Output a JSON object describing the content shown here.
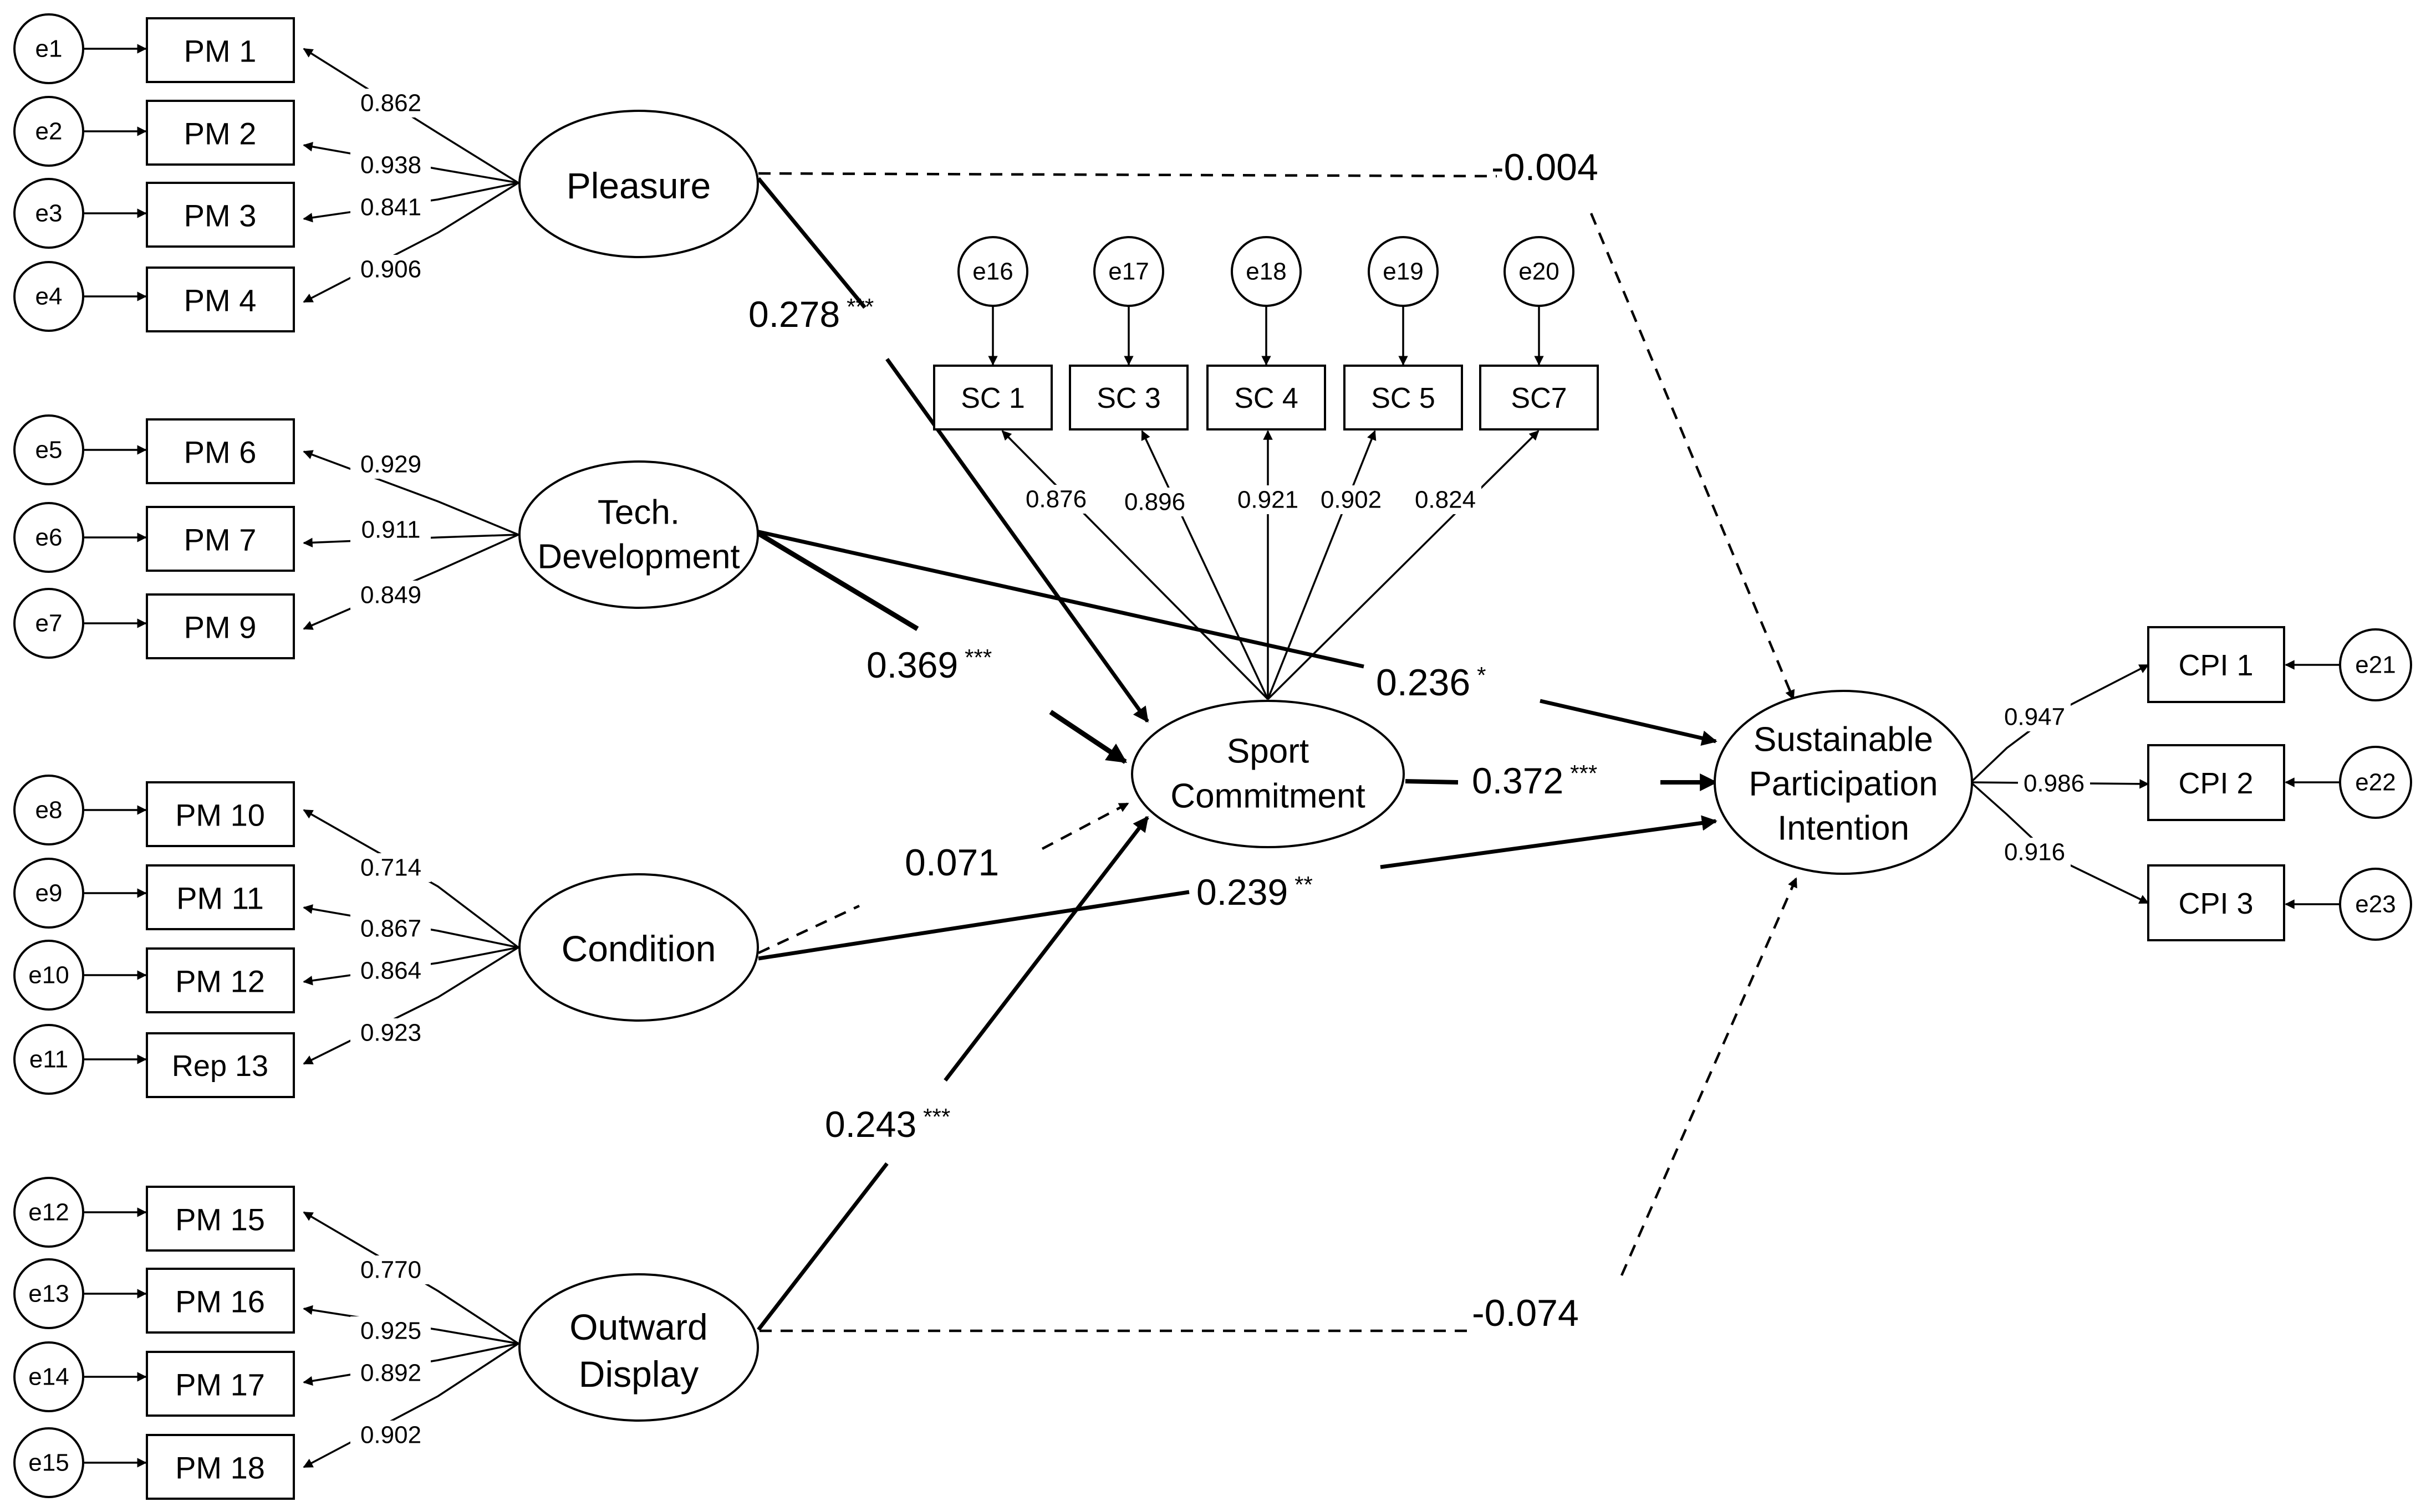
{
  "latent": {
    "pleasure": "Pleasure",
    "tech_line1": "Tech.",
    "tech_line2": "Development",
    "condition": "Condition",
    "outward_line1": "Outward",
    "outward_line2": "Display",
    "sport_line1": "Sport",
    "sport_line2": "Commitment",
    "spi_line1": "Sustainable",
    "spi_line2": "Participation",
    "spi_line3": "Intention"
  },
  "pleasure_group": {
    "errors": [
      "e1",
      "e2",
      "e3",
      "e4"
    ],
    "indicators": [
      "PM 1",
      "PM 2",
      "PM 3",
      "PM 4"
    ],
    "loadings": [
      "0.862",
      "0.938",
      "0.841",
      "0.906"
    ]
  },
  "tech_group": {
    "errors": [
      "e5",
      "e6",
      "e7"
    ],
    "indicators": [
      "PM 6",
      "PM 7",
      "PM 9"
    ],
    "loadings": [
      "0.929",
      "0.911",
      "0.849"
    ]
  },
  "condition_group": {
    "errors": [
      "e8",
      "e9",
      "e10",
      "e11"
    ],
    "indicators": [
      "PM  10",
      "PM 11",
      "PM 12",
      "Rep 13"
    ],
    "loadings": [
      "0.714",
      "0.867",
      "0.864",
      "0.923"
    ]
  },
  "outward_group": {
    "errors": [
      "e12",
      "e13",
      "e14",
      "e15"
    ],
    "indicators": [
      "PM 15",
      "PM 16",
      "PM 17",
      "PM 18"
    ],
    "loadings": [
      "0.770",
      "0.925",
      "0.892",
      "0.902"
    ]
  },
  "sc_group": {
    "errors": [
      "e16",
      "e17",
      "e18",
      "e19",
      "e20"
    ],
    "indicators": [
      "SC 1",
      "SC 3",
      "SC 4",
      "SC 5",
      "SC7"
    ],
    "loadings": [
      "0.876",
      "0.896",
      "0.921",
      "0.902",
      "0.824"
    ]
  },
  "cpi_group": {
    "errors": [
      "e21",
      "e22",
      "e23"
    ],
    "indicators": [
      "CPI 1",
      "CPI 2",
      "CPI 3"
    ],
    "loadings": [
      "0.947",
      "0.986",
      "0.916"
    ]
  },
  "paths": {
    "pleasure_spi": {
      "value": "-0.004",
      "sig": ""
    },
    "pleasure_sc": {
      "value": "0.278",
      "sig": "***"
    },
    "tech_sc": {
      "value": "0.369",
      "sig": "***"
    },
    "tech_spi": {
      "value": "0.236",
      "sig": "*"
    },
    "sc_spi": {
      "value": "0.372",
      "sig": "***"
    },
    "condition_sc": {
      "value": "0.071",
      "sig": ""
    },
    "condition_spi": {
      "value": "0.239",
      "sig": "**"
    },
    "outward_sc": {
      "value": "0.243",
      "sig": "***"
    },
    "outward_spi": {
      "value": "-0.074",
      "sig": ""
    }
  }
}
